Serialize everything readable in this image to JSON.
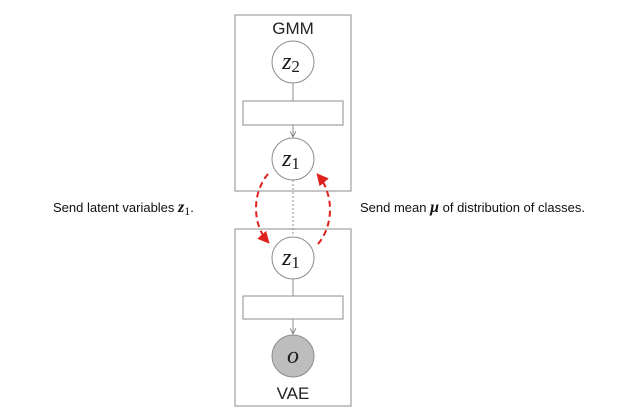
{
  "gmm_box": {
    "title": "GMM"
  },
  "vae_box": {
    "title": "VAE"
  },
  "nodes": {
    "gmm_z2": {
      "var": "z",
      "sub": "2"
    },
    "gmm_z1": {
      "var": "z",
      "sub": "1"
    },
    "vae_z1": {
      "var": "z",
      "sub": "1"
    },
    "vae_o": {
      "var": "o",
      "sub": ""
    }
  },
  "labels": {
    "left": {
      "prefix": "Send latent variables ",
      "var": "z",
      "sub": "1",
      "suffix": "."
    },
    "right": {
      "prefix": "Send mean ",
      "var": "μ",
      "suffix": " of distribution of classes."
    }
  },
  "colors": {
    "box_stroke": "#8c8c8c",
    "node_stroke": "#8c8c8c",
    "observed_fill": "#bdbdbd",
    "exchange_arrow": "#e0201c"
  }
}
